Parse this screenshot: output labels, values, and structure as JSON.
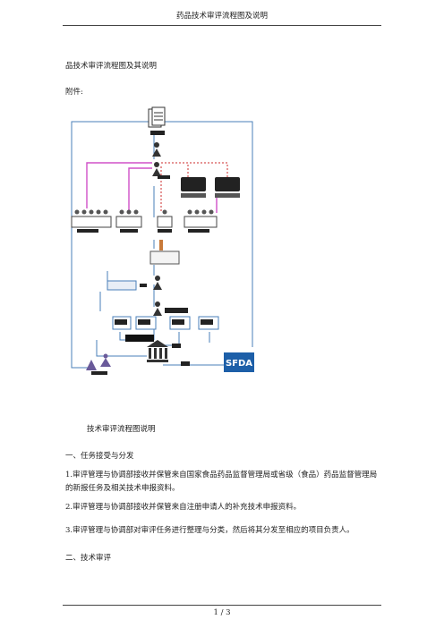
{
  "header": {
    "title": "药品技术审评流程图及说明"
  },
  "doc": {
    "title": "品技术审评流程图及其说明",
    "attachment": "附件:"
  },
  "diagram": {
    "logo_text": "SFDA"
  },
  "caption": "技术审评流程图说明",
  "section1": {
    "heading": "一、任务接受与分发",
    "items": [
      "1.审评管理与协调部接收并保管来自国家食品药品监督管理局或省级（食品）药品监督管理局的新报任务及相关技术申报资料。",
      "2.审评管理与协调部接收并保管来自注册申请人的补充技术申报资料。",
      "3.审评管理与协调部对审评任务进行整理与分类，然后将其分发至相应的项目负责人。"
    ]
  },
  "section2": {
    "heading": "二、技术审评"
  },
  "footer": {
    "page": "1 / 3"
  }
}
